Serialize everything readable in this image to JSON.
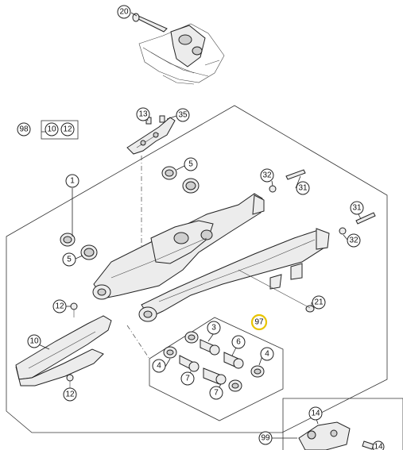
{
  "callouts": [
    {
      "id": "c20",
      "label": "20"
    },
    {
      "id": "c13",
      "label": "13"
    },
    {
      "id": "c35",
      "label": "35"
    },
    {
      "id": "c98",
      "label": "98"
    },
    {
      "id": "c98a",
      "label": "10"
    },
    {
      "id": "c98b",
      "label": "12"
    },
    {
      "id": "c1",
      "label": "1"
    },
    {
      "id": "c5a",
      "label": "5"
    },
    {
      "id": "c32a",
      "label": "32"
    },
    {
      "id": "c31a",
      "label": "31"
    },
    {
      "id": "c31b",
      "label": "31"
    },
    {
      "id": "c32b",
      "label": "32"
    },
    {
      "id": "c5b",
      "label": "5"
    },
    {
      "id": "c21",
      "label": "21"
    },
    {
      "id": "c12a",
      "label": "12"
    },
    {
      "id": "c97",
      "label": "97"
    },
    {
      "id": "c3",
      "label": "3"
    },
    {
      "id": "c6",
      "label": "6"
    },
    {
      "id": "c10",
      "label": "10"
    },
    {
      "id": "c4a",
      "label": "4"
    },
    {
      "id": "c4b",
      "label": "4"
    },
    {
      "id": "c7a",
      "label": "7"
    },
    {
      "id": "c7b",
      "label": "7"
    },
    {
      "id": "c12b",
      "label": "12"
    },
    {
      "id": "c14",
      "label": "14"
    },
    {
      "id": "c99",
      "label": "99"
    },
    {
      "id": "c14b",
      "label": "14"
    }
  ],
  "colors": {
    "highlight": "#e8c400",
    "line": "#222222",
    "fill": "#ececec"
  }
}
